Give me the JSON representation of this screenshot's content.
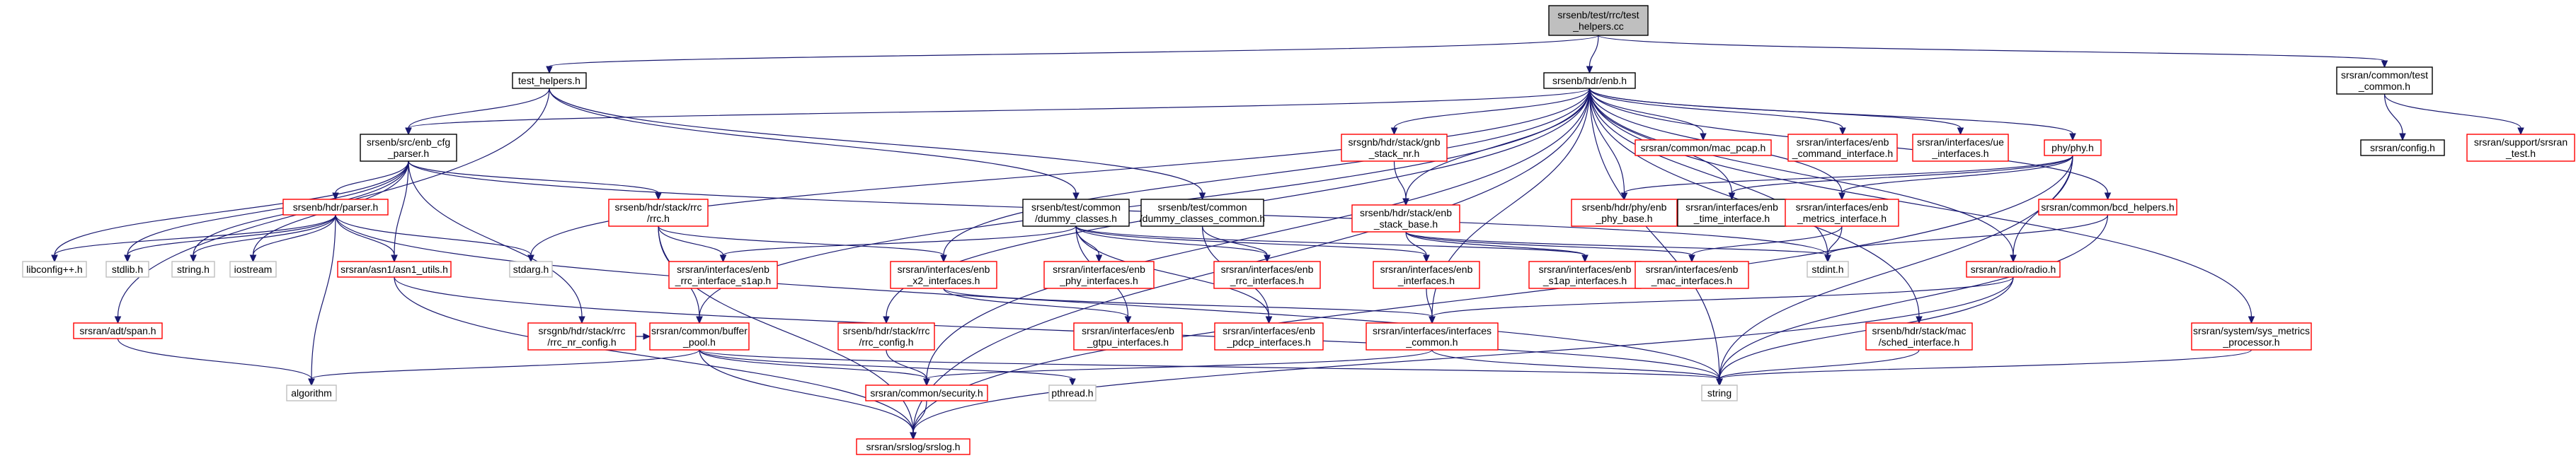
{
  "graph": {
    "nodes": [
      {
        "id": "root",
        "lines": [
          "srsenb/test/rrc/test",
          "_helpers.cc"
        ],
        "style": "root"
      },
      {
        "id": "test_helpers",
        "lines": [
          "test_helpers.h"
        ],
        "style": "normal"
      },
      {
        "id": "enb",
        "lines": [
          "srsenb/hdr/enb.h"
        ],
        "style": "normal"
      },
      {
        "id": "common_test",
        "lines": [
          "srsran/common/test",
          "_common.h"
        ],
        "style": "normal"
      },
      {
        "id": "enb_cfg_parser",
        "lines": [
          "srsenb/src/enb_cfg",
          "_parser.h"
        ],
        "style": "normal"
      },
      {
        "id": "gnb_stack",
        "lines": [
          "srsgnb/hdr/stack/gnb",
          "_stack_nr.h"
        ],
        "style": "red"
      },
      {
        "id": "mac_pcap",
        "lines": [
          "srsran/common/mac_pcap.h"
        ],
        "style": "red"
      },
      {
        "id": "enb_cmd_iface",
        "lines": [
          "srsran/interfaces/enb",
          "_command_interface.h"
        ],
        "style": "red"
      },
      {
        "id": "ue_ifaces",
        "lines": [
          "srsran/interfaces/ue",
          "_interfaces.h"
        ],
        "style": "red"
      },
      {
        "id": "phy",
        "lines": [
          "phy/phy.h"
        ],
        "style": "red"
      },
      {
        "id": "config",
        "lines": [
          "srsran/config.h"
        ],
        "style": "normal"
      },
      {
        "id": "srsran_test",
        "lines": [
          "srsran/support/srsran",
          "_test.h"
        ],
        "style": "red"
      },
      {
        "id": "parser",
        "lines": [
          "srsenb/hdr/parser.h"
        ],
        "style": "red"
      },
      {
        "id": "rrc",
        "lines": [
          "srsenb/hdr/stack/rrc",
          "/rrc.h"
        ],
        "style": "red"
      },
      {
        "id": "dummy_classes",
        "lines": [
          "srsenb/test/common",
          "/dummy_classes.h"
        ],
        "style": "normal"
      },
      {
        "id": "dummy_classes_common",
        "lines": [
          "srsenb/test/common",
          "/dummy_classes_common.h"
        ],
        "style": "normal"
      },
      {
        "id": "enb_stack_base",
        "lines": [
          "srsenb/hdr/stack/enb",
          "_stack_base.h"
        ],
        "style": "red"
      },
      {
        "id": "enb_phy_base",
        "lines": [
          "srsenb/hdr/phy/enb",
          "_phy_base.h"
        ],
        "style": "red"
      },
      {
        "id": "enb_time_iface",
        "lines": [
          "srsran/interfaces/enb",
          "_time_interface.h"
        ],
        "style": "normal"
      },
      {
        "id": "enb_metrics_iface",
        "lines": [
          "srsran/interfaces/enb",
          "_metrics_interface.h"
        ],
        "style": "red"
      },
      {
        "id": "bcd_helpers",
        "lines": [
          "srsran/common/bcd_helpers.h"
        ],
        "style": "red"
      },
      {
        "id": "libconfig",
        "lines": [
          "libconfig++.h"
        ],
        "style": "plain"
      },
      {
        "id": "stdlib",
        "lines": [
          "stdlib.h"
        ],
        "style": "plain"
      },
      {
        "id": "string_h",
        "lines": [
          "string.h"
        ],
        "style": "plain"
      },
      {
        "id": "iostream",
        "lines": [
          "iostream"
        ],
        "style": "plain"
      },
      {
        "id": "asn1_utils",
        "lines": [
          "srsran/asn1/asn1_utils.h"
        ],
        "style": "red"
      },
      {
        "id": "stdarg",
        "lines": [
          "stdarg.h"
        ],
        "style": "plain"
      },
      {
        "id": "enb_rrc_s1ap",
        "lines": [
          "srsran/interfaces/enb",
          "_rrc_interface_s1ap.h"
        ],
        "style": "red"
      },
      {
        "id": "enb_x2",
        "lines": [
          "srsran/interfaces/enb",
          "_x2_interfaces.h"
        ],
        "style": "red"
      },
      {
        "id": "enb_phy_ifaces",
        "lines": [
          "srsran/interfaces/enb",
          "_phy_interfaces.h"
        ],
        "style": "red"
      },
      {
        "id": "enb_rrc_ifaces",
        "lines": [
          "srsran/interfaces/enb",
          "_rrc_interfaces.h"
        ],
        "style": "red"
      },
      {
        "id": "enb_ifaces",
        "lines": [
          "srsran/interfaces/enb",
          "_interfaces.h"
        ],
        "style": "red"
      },
      {
        "id": "enb_s1ap_ifaces",
        "lines": [
          "srsran/interfaces/enb",
          "_s1ap_interfaces.h"
        ],
        "style": "red"
      },
      {
        "id": "enb_mac_ifaces",
        "lines": [
          "srsran/interfaces/enb",
          "_mac_interfaces.h"
        ],
        "style": "red"
      },
      {
        "id": "stdint",
        "lines": [
          "stdint.h"
        ],
        "style": "plain"
      },
      {
        "id": "radio",
        "lines": [
          "srsran/radio/radio.h"
        ],
        "style": "red"
      },
      {
        "id": "adt_span",
        "lines": [
          "srsran/adt/span.h"
        ],
        "style": "red"
      },
      {
        "id": "rrc_nr_config",
        "lines": [
          "srsgnb/hdr/stack/rrc",
          "/rrc_nr_config.h"
        ],
        "style": "red"
      },
      {
        "id": "buffer_pool",
        "lines": [
          "srsran/common/buffer",
          "_pool.h"
        ],
        "style": "red"
      },
      {
        "id": "rrc_config",
        "lines": [
          "srsenb/hdr/stack/rrc",
          "/rrc_config.h"
        ],
        "style": "red"
      },
      {
        "id": "enb_gtpu_ifaces",
        "lines": [
          "srsran/interfaces/enb",
          "_gtpu_interfaces.h"
        ],
        "style": "red"
      },
      {
        "id": "enb_pdcp_ifaces",
        "lines": [
          "srsran/interfaces/enb",
          "_pdcp_interfaces.h"
        ],
        "style": "red"
      },
      {
        "id": "ifaces_common",
        "lines": [
          "srsran/interfaces/interfaces",
          "_common.h"
        ],
        "style": "red"
      },
      {
        "id": "mac_sched_iface",
        "lines": [
          "srsenb/hdr/stack/mac",
          "/sched_interface.h"
        ],
        "style": "red"
      },
      {
        "id": "sys_metrics",
        "lines": [
          "srsran/system/sys_metrics",
          "_processor.h"
        ],
        "style": "red"
      },
      {
        "id": "algorithm",
        "lines": [
          "algorithm"
        ],
        "style": "plain"
      },
      {
        "id": "security",
        "lines": [
          "srsran/common/security.h"
        ],
        "style": "red"
      },
      {
        "id": "pthread",
        "lines": [
          "pthread.h"
        ],
        "style": "plain"
      },
      {
        "id": "string",
        "lines": [
          "string"
        ],
        "style": "plain"
      },
      {
        "id": "srslog",
        "lines": [
          "srsran/srslog/srslog.h"
        ],
        "style": "red"
      }
    ],
    "edges": [
      [
        "root",
        "test_helpers"
      ],
      [
        "root",
        "enb"
      ],
      [
        "root",
        "common_test"
      ],
      [
        "test_helpers",
        "enb_cfg_parser"
      ],
      [
        "test_helpers",
        "dummy_classes"
      ],
      [
        "test_helpers",
        "dummy_classes_common"
      ],
      [
        "test_helpers",
        "adt_span"
      ],
      [
        "enb",
        "enb_cfg_parser"
      ],
      [
        "enb",
        "gnb_stack"
      ],
      [
        "enb",
        "mac_pcap"
      ],
      [
        "enb",
        "enb_cmd_iface"
      ],
      [
        "enb",
        "ue_ifaces"
      ],
      [
        "enb",
        "phy"
      ],
      [
        "enb",
        "enb_stack_base"
      ],
      [
        "enb",
        "enb_phy_base"
      ],
      [
        "enb",
        "enb_time_iface"
      ],
      [
        "enb",
        "enb_metrics_iface"
      ],
      [
        "enb",
        "bcd_helpers"
      ],
      [
        "enb",
        "stdarg"
      ],
      [
        "enb",
        "enb_x2"
      ],
      [
        "enb",
        "buffer_pool"
      ],
      [
        "enb",
        "rrc_config"
      ],
      [
        "enb",
        "security"
      ],
      [
        "enb",
        "radio"
      ],
      [
        "enb",
        "mac_sched_iface"
      ],
      [
        "enb",
        "sys_metrics"
      ],
      [
        "enb",
        "stdint"
      ],
      [
        "enb",
        "string"
      ],
      [
        "enb",
        "srslog"
      ],
      [
        "enb",
        "ifaces_common"
      ],
      [
        "common_test",
        "config"
      ],
      [
        "common_test",
        "srsran_test"
      ],
      [
        "enb_cfg_parser",
        "parser"
      ],
      [
        "enb_cfg_parser",
        "rrc"
      ],
      [
        "enb_cfg_parser",
        "libconfig"
      ],
      [
        "enb_cfg_parser",
        "stdlib"
      ],
      [
        "enb_cfg_parser",
        "string_h"
      ],
      [
        "enb_cfg_parser",
        "iostream"
      ],
      [
        "enb_cfg_parser",
        "asn1_utils"
      ],
      [
        "enb_cfg_parser",
        "rrc_nr_config"
      ],
      [
        "enb_cfg_parser",
        "stdint"
      ],
      [
        "gnb_stack",
        "enb_stack_base"
      ],
      [
        "phy",
        "enb_phy_base"
      ],
      [
        "phy",
        "enb_time_iface"
      ],
      [
        "phy",
        "enb_metrics_iface"
      ],
      [
        "phy",
        "radio"
      ],
      [
        "phy",
        "srslog"
      ],
      [
        "phy",
        "string"
      ],
      [
        "parser",
        "libconfig"
      ],
      [
        "parser",
        "stdlib"
      ],
      [
        "parser",
        "string_h"
      ],
      [
        "parser",
        "iostream"
      ],
      [
        "parser",
        "asn1_utils"
      ],
      [
        "parser",
        "stdarg"
      ],
      [
        "parser",
        "algorithm"
      ],
      [
        "parser",
        "string"
      ],
      [
        "rrc",
        "enb_rrc_s1ap"
      ],
      [
        "rrc",
        "buffer_pool"
      ],
      [
        "rrc",
        "enb_x2"
      ],
      [
        "rrc",
        "srslog"
      ],
      [
        "dummy_classes",
        "enb_rrc_s1ap"
      ],
      [
        "dummy_classes",
        "enb_phy_ifaces"
      ],
      [
        "dummy_classes",
        "enb_rrc_ifaces"
      ],
      [
        "dummy_classes",
        "enb_ifaces"
      ],
      [
        "dummy_classes",
        "enb_gtpu_ifaces"
      ],
      [
        "dummy_classes",
        "enb_pdcp_ifaces"
      ],
      [
        "dummy_classes",
        "enb_s1ap_ifaces"
      ],
      [
        "dummy_classes_common",
        "enb_rrc_ifaces"
      ],
      [
        "dummy_classes_common",
        "enb_pdcp_ifaces"
      ],
      [
        "enb_stack_base",
        "enb_ifaces"
      ],
      [
        "enb_stack_base",
        "enb_s1ap_ifaces"
      ],
      [
        "enb_stack_base",
        "enb_mac_ifaces"
      ],
      [
        "enb_stack_base",
        "stdint"
      ],
      [
        "enb_metrics_iface",
        "enb_mac_ifaces"
      ],
      [
        "enb_metrics_iface",
        "stdint"
      ],
      [
        "bcd_helpers",
        "stdint"
      ],
      [
        "bcd_helpers",
        "string"
      ],
      [
        "asn1_utils",
        "srslog"
      ],
      [
        "asn1_utils",
        "string"
      ],
      [
        "enb_x2",
        "enb_gtpu_ifaces"
      ],
      [
        "enb_x2",
        "ifaces_common"
      ],
      [
        "enb_ifaces",
        "ifaces_common"
      ],
      [
        "radio",
        "ifaces_common"
      ],
      [
        "radio",
        "string"
      ],
      [
        "radio",
        "srslog"
      ],
      [
        "rrc_nr_config",
        "buffer_pool"
      ],
      [
        "buffer_pool",
        "algorithm"
      ],
      [
        "buffer_pool",
        "pthread"
      ],
      [
        "buffer_pool",
        "srslog"
      ],
      [
        "buffer_pool",
        "string"
      ],
      [
        "buffer_pool",
        "security"
      ],
      [
        "rrc_config",
        "security"
      ],
      [
        "ifaces_common",
        "security"
      ],
      [
        "ifaces_common",
        "string"
      ],
      [
        "mac_sched_iface",
        "string"
      ],
      [
        "sys_metrics",
        "string"
      ],
      [
        "adt_span",
        "algorithm"
      ],
      [
        "security",
        "srslog"
      ]
    ]
  }
}
